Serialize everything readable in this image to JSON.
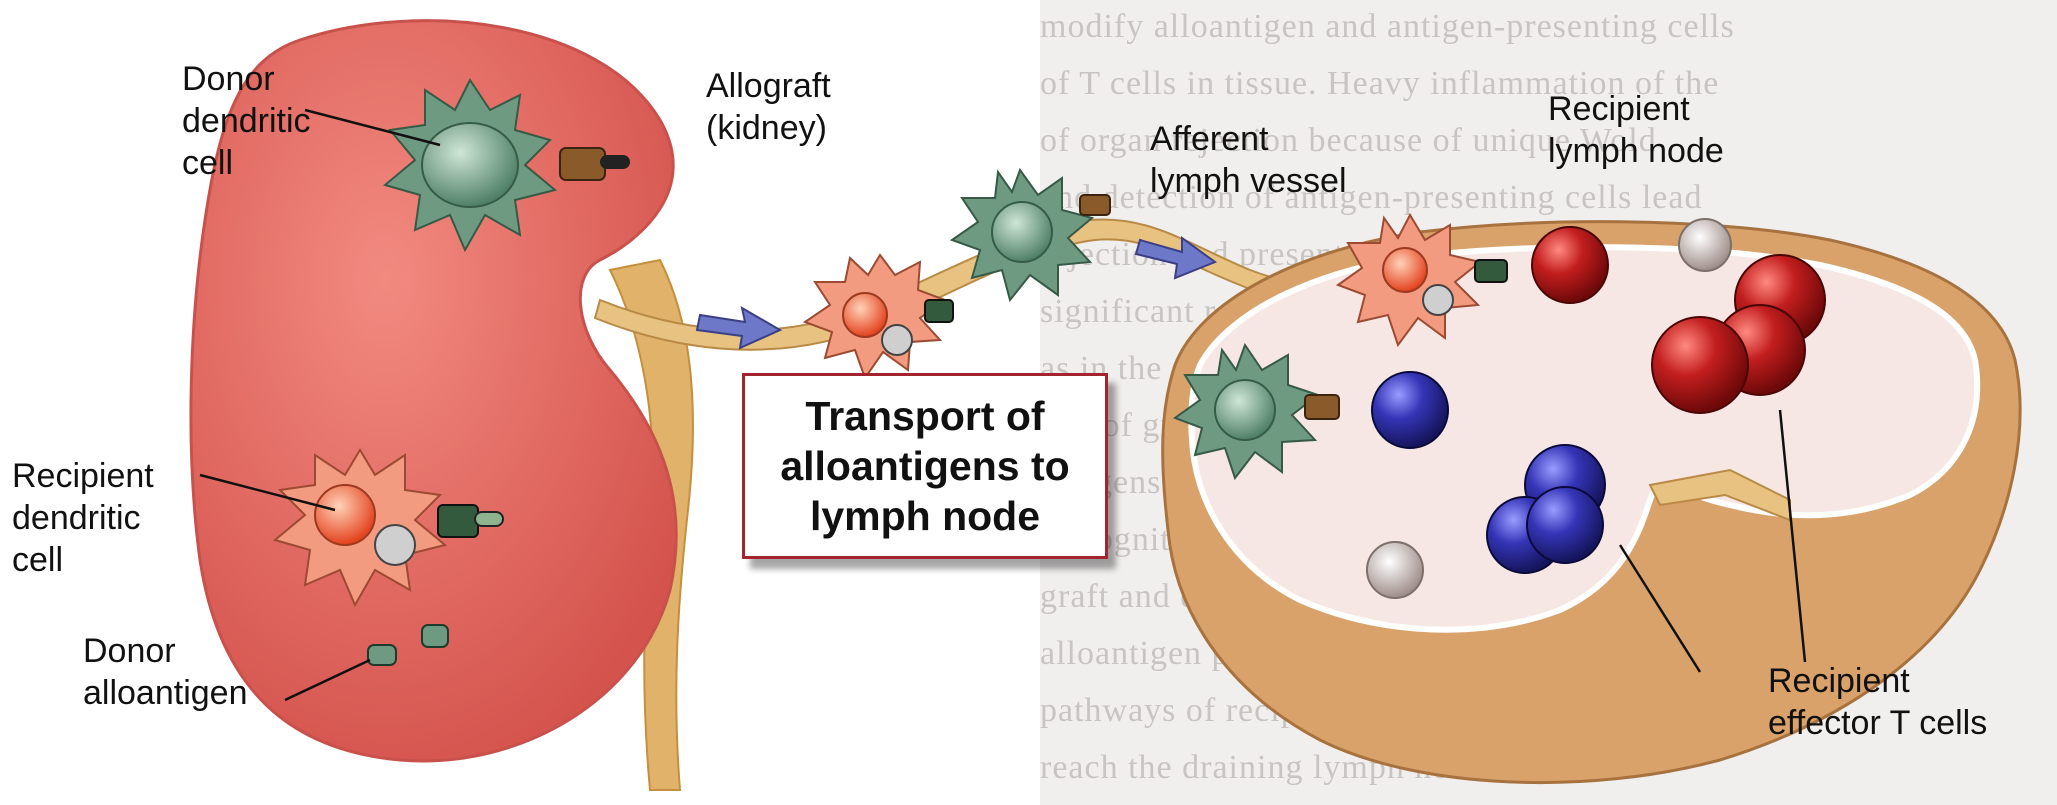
{
  "background_text_lines": [
    "modify alloantigen and antigen-presenting cells",
    "of T cells in tissue. Heavy inflammation of the",
    "of organ rejection because of unique Wold",
    "and detection of antigen-presenting cells lead",
    "rejection and presentation in the draining lymph",
    "significant role for donor rejection responses",
    "as in the antigen-presenting cells of donor",
    "cell of graft-derived alloantigens Recognition",
    "antigens of recipient T cells associated",
    "Recognition of Alloantigens in the",
    "graft and effector T cells cross",
    "alloantigen presentation in both",
    "pathways of recipient alloreactivity",
    "reach the draining lymph node"
  ],
  "labels": {
    "donor_dendritic_cell": "Donor\ndendritic\ncell",
    "allograft": "Allograft\n(kidney)",
    "afferent_lymph_vessel": "Afferent\nlymph vessel",
    "recipient_lymph_node": "Recipient\nlymph node",
    "recipient_dendritic_cell": "Recipient\ndendritic\ncell",
    "donor_alloantigen": "Donor\nalloantigen",
    "recipient_effector_t_cells": "Recipient\neffector T cells"
  },
  "title": "Transport of\nalloantigens to\nlymph node",
  "colors": {
    "kidney": "#e06a63",
    "kidney_rim": "#c9514c",
    "donor_dc": "#6f9a82",
    "recipient_dc": "#f39b80",
    "t_cell_red": "#b41818",
    "t_cell_blue": "#2f2fa8",
    "lymph_node_outer": "#d9a774",
    "lymph_node_inner": "#f5e6e4",
    "vessel": "#e3bb7a",
    "arrow": "#6d78c8",
    "title_border": "#a3232f"
  }
}
